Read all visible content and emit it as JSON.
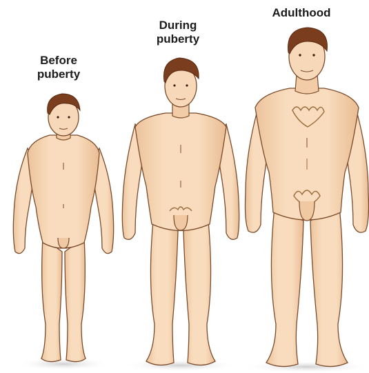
{
  "labels": {
    "before_line1": "Before",
    "before_line2": "puberty",
    "during_line1": "During",
    "during_line2": "puberty",
    "adulthood": "Adulthood"
  },
  "colors": {
    "skin": "#f6d6b4",
    "skin_shade": "#e8b88d",
    "outline": "#7a4a2a",
    "hair": "#7a3d1e",
    "body_hair": "#9a6a3a",
    "shadow": "#d9d9d9"
  }
}
